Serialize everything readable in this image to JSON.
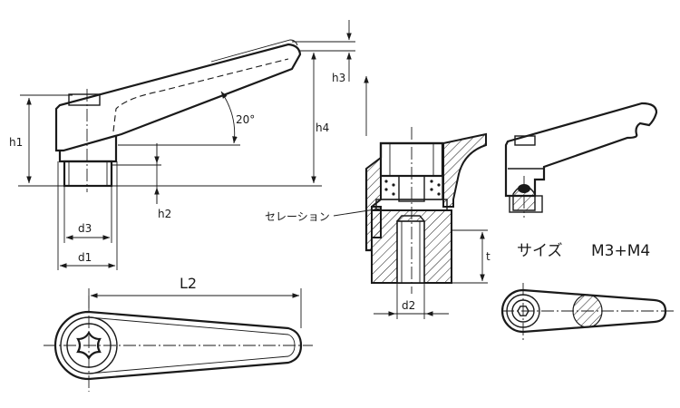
{
  "labels": {
    "h1": "h1",
    "h2": "h2",
    "h3": "h3",
    "h4": "h4",
    "angle": "20°",
    "d1": "d1",
    "d2": "d2",
    "d3": "d3",
    "l2": "L2",
    "t": "t",
    "serration": "セレーション"
  },
  "size": {
    "label": "サイズ",
    "value": "M3+M4"
  }
}
